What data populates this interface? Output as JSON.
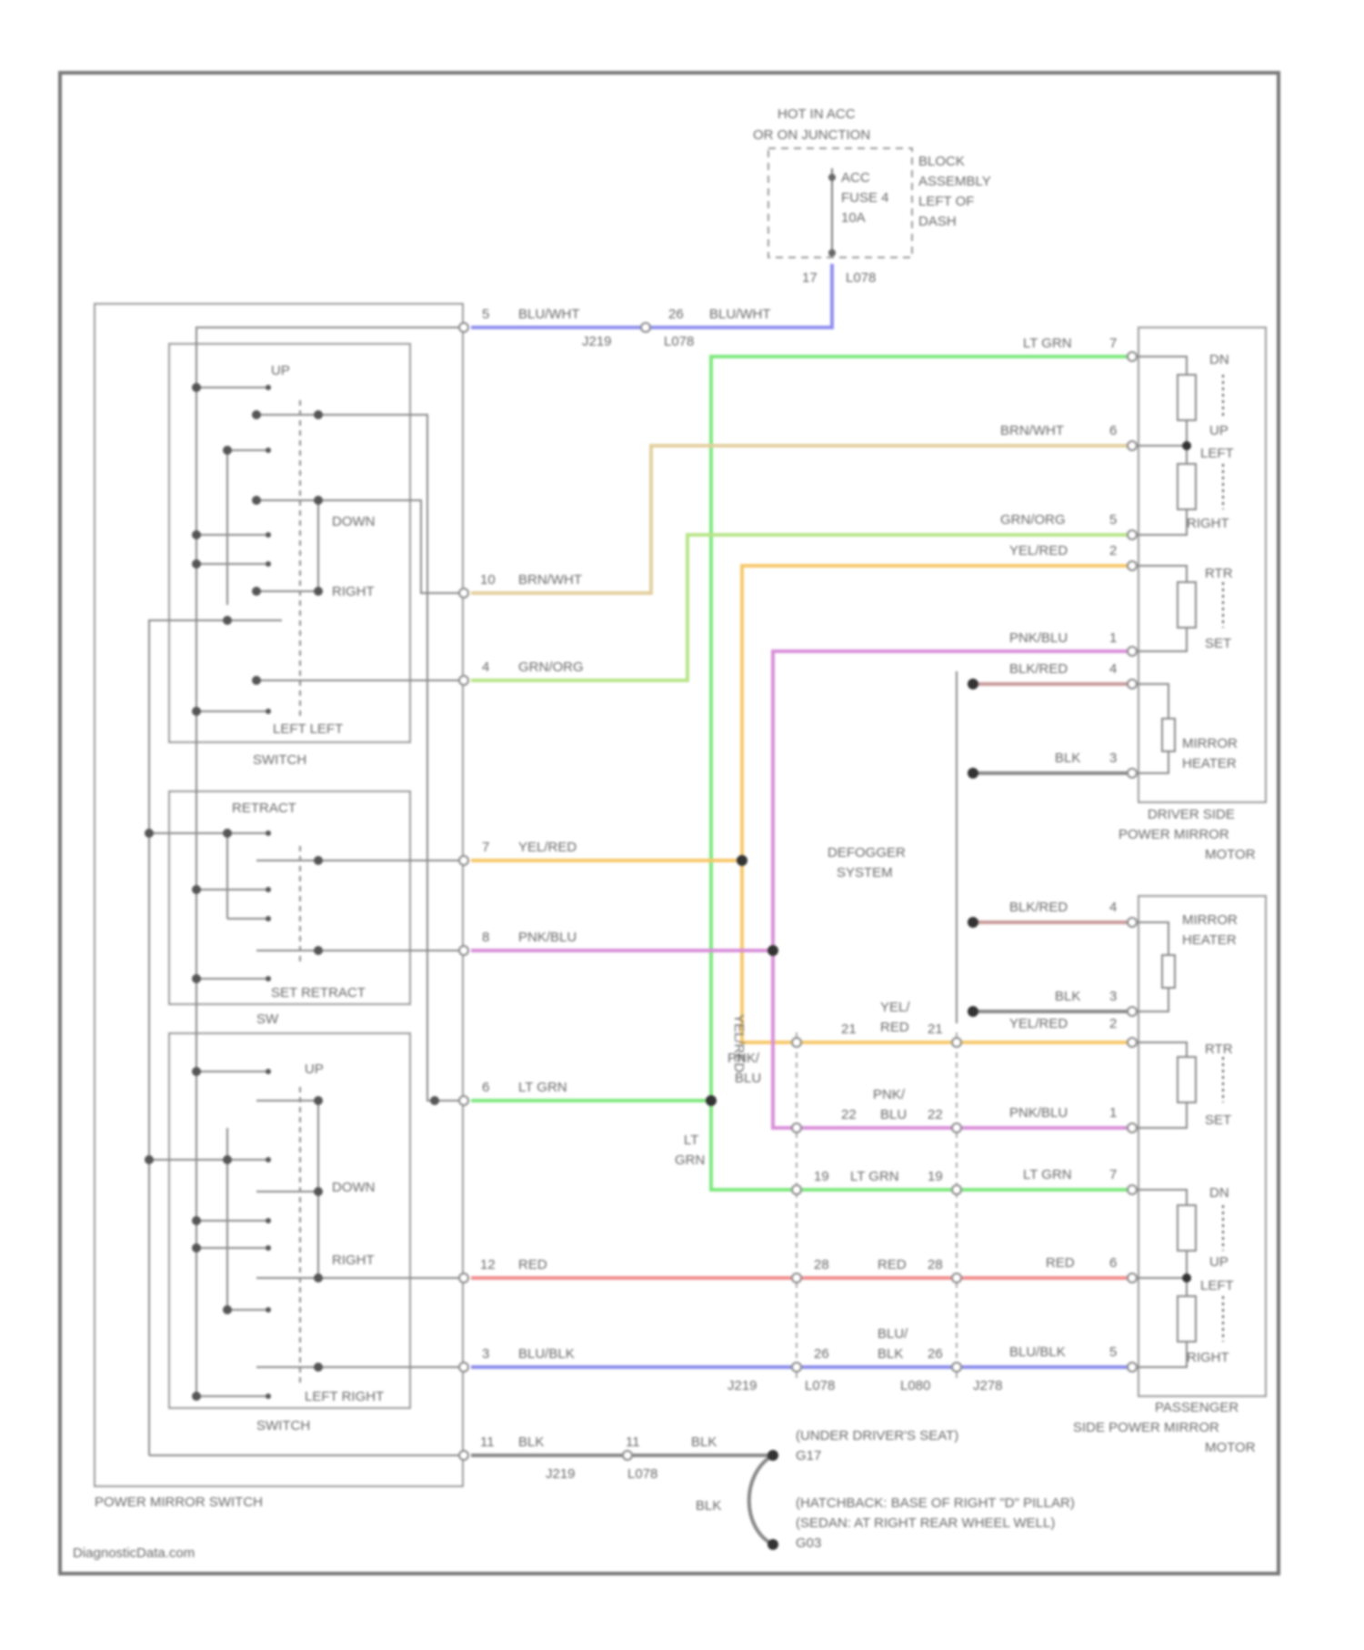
{
  "colors": {
    "blu_wht": "#8f8ff0",
    "lt_grn": "#7ee87e",
    "brn_wht": "#e3cf9f",
    "grn_org": "#b8e58a",
    "yel_red": "#f6c86a",
    "pnk_blu": "#d88fd8",
    "red": "#f28c8c",
    "blu_blk": "#8b8bea",
    "blk": "#888888",
    "blk_red": "#c79a9a",
    "frame": "#777777"
  },
  "power_source": {
    "hot_line1": "HOT IN ACC",
    "hot_line2": "OR ON JUNCTION",
    "block1": "BLOCK",
    "block2": "ASSEMBLY",
    "block3": "LEFT OF",
    "block4": "DASH",
    "fuse1": "ACC",
    "fuse2": "FUSE 4",
    "fuse3": "10A",
    "pin": "17",
    "conn": "L078"
  },
  "labels": {
    "driver_switch": "SWITCH",
    "selector": "SW",
    "pass_switch": "SWITCH",
    "power_mirror_switch": "POWER MIRROR SWITCH",
    "up1": "UP",
    "down1": "DOWN",
    "right1": "RIGHT",
    "leftleft": "LEFT LEFT",
    "retract": "RETRACT",
    "set_retract": "SET RETRACT",
    "up2": "UP",
    "down2": "DOWN",
    "right2": "RIGHT",
    "left_right": "LEFT RIGHT",
    "defogger1": "DEFOGGER",
    "defogger2": "SYSTEM",
    "driver_motor1": "DRIVER SIDE",
    "driver_motor2": "POWER MIRROR",
    "driver_motor3": "MOTOR",
    "pass_motor1": "PASSENGER",
    "pass_motor2": "SIDE POWER MIRROR",
    "pass_motor3": "MOTOR",
    "mirror_heater1": "MIRROR",
    "mirror_heater2": "HEATER",
    "ground1_a": "(UNDER DRIVER'S SEAT)",
    "ground1_b": "G17",
    "ground2_a": "(HATCHBACK: BASE OF RIGHT \"D\" PILLAR)",
    "ground2_b": "(SEDAN: AT RIGHT REAR WHEEL WELL)",
    "ground2_c": "G03",
    "watermark": "DiagnosticData.com",
    "dn": "DN",
    "up": "UP",
    "left": "LEFT",
    "right": "RIGHT",
    "rtr": "RTR",
    "set": "SET",
    "dn2": "DN",
    "up_b": "UP",
    "left2": "LEFT",
    "right_b": "RIGHT",
    "rtr2": "RTR",
    "set2": "SET"
  },
  "wires": {
    "blu_wht": "BLU/WHT",
    "blu_wht2": "BLU/WHT",
    "lt_grn_top": "LT GRN",
    "brn_wht": "BRN/WHT",
    "brn_wht_sw": "BRN/WHT",
    "grn_org": "GRN/ORG",
    "grn_org_sw": "GRN/ORG",
    "yel_red": "YEL/RED",
    "pnk_blu": "PNK/BLU",
    "blk_red": "BLK/RED",
    "blk": "BLK",
    "yel_red_sw": "YEL/RED",
    "pnk_blu_sw": "PNK/BLU",
    "lt_grn_sw": "LT GRN",
    "red_sw": "RED",
    "blu_blk_sw": "BLU/BLK",
    "blk_sw": "BLK",
    "blk_g": "BLK",
    "blk_lower": "BLK",
    "yel_red_vert": "YEL/RED",
    "pnk_blu_vert1": "PNK/",
    "pnk_blu_vert2": "BLU",
    "lt_grn_vert1": "LT",
    "lt_grn_vert2": "GRN",
    "yel_mid1": "YEL/",
    "yel_mid2": "RED",
    "pnk_mid1": "PNK/",
    "pnk_mid2": "BLU",
    "lt_grn_mid": "LT GRN",
    "red_mid": "RED",
    "blu_mid1": "BLU/",
    "blu_mid2": "BLK",
    "blk_red2": "BLK/RED",
    "blk2": "BLK",
    "yel_red_r2": "YEL/RED",
    "pnk_blu_r2": "PNK/BLU",
    "lt_grn_r2": "LT GRN",
    "red_r2": "RED",
    "blu_blk_r2": "BLU/BLK"
  },
  "pins": {
    "sw_bw": "5",
    "j_bw": "26",
    "sw_brn": "10",
    "sw_grn": "4",
    "sw_yel": "7",
    "sw_pnk": "8",
    "sw_ltg": "6",
    "sw_red": "12",
    "sw_bb": "3",
    "sw_blk": "11",
    "j_blk": "11",
    "d_ltg": "7",
    "d_brn": "6",
    "d_grn": "5",
    "d_yel": "2",
    "d_pnk": "1",
    "d_br": "4",
    "d_blk": "3",
    "p_br": "4",
    "p_blk": "3",
    "p_yel": "2",
    "p_pnk": "1",
    "p_ltg": "7",
    "p_red": "6",
    "p_bb": "5",
    "m_yel_l": "21",
    "m_yel_r": "21",
    "m_pnk_l": "22",
    "m_pnk_r": "22",
    "m_ltg_l": "19",
    "m_ltg_r": "19",
    "m_red_l": "28",
    "m_red_r": "28",
    "m_bb_l": "26",
    "m_bb_r": "26"
  },
  "connectors": {
    "j219_a": "J219",
    "l078_a": "L078",
    "j219_b": "J219",
    "l078_b": "L078",
    "l080": "L080",
    "j278": "J278",
    "j219_c": "J219",
    "l078_c": "L078"
  }
}
